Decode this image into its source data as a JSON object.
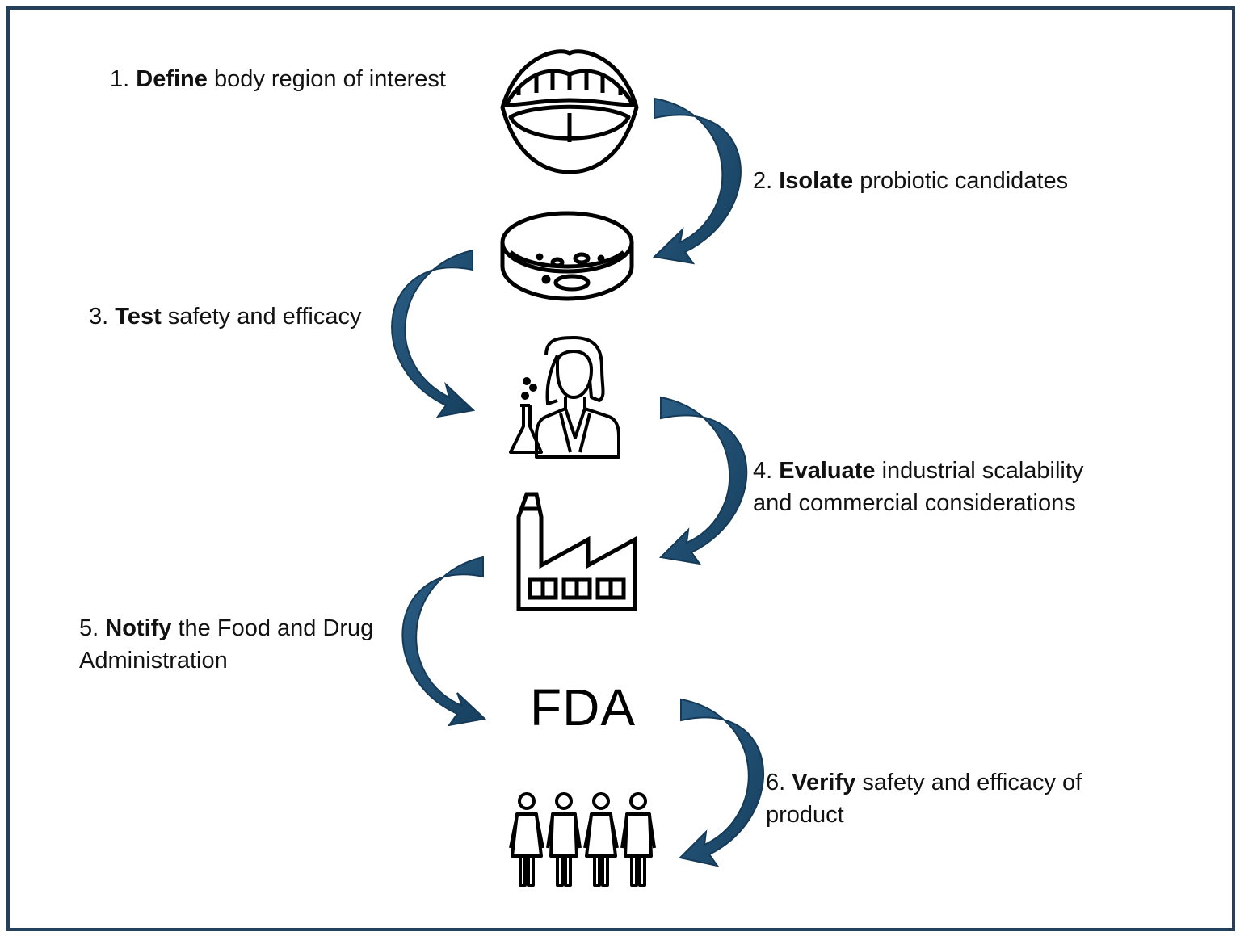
{
  "colors": {
    "border": "#24405a",
    "arrow": "#1f4d70",
    "arrow_edge": "#153a57",
    "icon_stroke": "#000000"
  },
  "steps": [
    {
      "num": "1.",
      "bold": "Define",
      "rest_line1": "body region of interest",
      "line2": "",
      "icon": "mouth-icon"
    },
    {
      "num": "2.",
      "bold": "Isolate",
      "rest_line1": "probiotic candidates",
      "line2": "",
      "icon": "petri-dish-icon"
    },
    {
      "num": "3.",
      "bold": "Test",
      "rest_line1": "safety and efficacy",
      "line2": "",
      "icon": "scientist-icon"
    },
    {
      "num": "4.",
      "bold": "Evaluate",
      "rest_line1": "industrial scalability",
      "line2": "and commercial considerations",
      "icon": "factory-icon"
    },
    {
      "num": "5.",
      "bold": "Notify",
      "rest_line1": "the Food and Drug",
      "line2": "Administration",
      "icon": "fda-label"
    },
    {
      "num": "6.",
      "bold": "Verify",
      "rest_line1": "safety and efficacy of",
      "line2": "product",
      "icon": "people-icon"
    }
  ],
  "fda_label": "FDA"
}
